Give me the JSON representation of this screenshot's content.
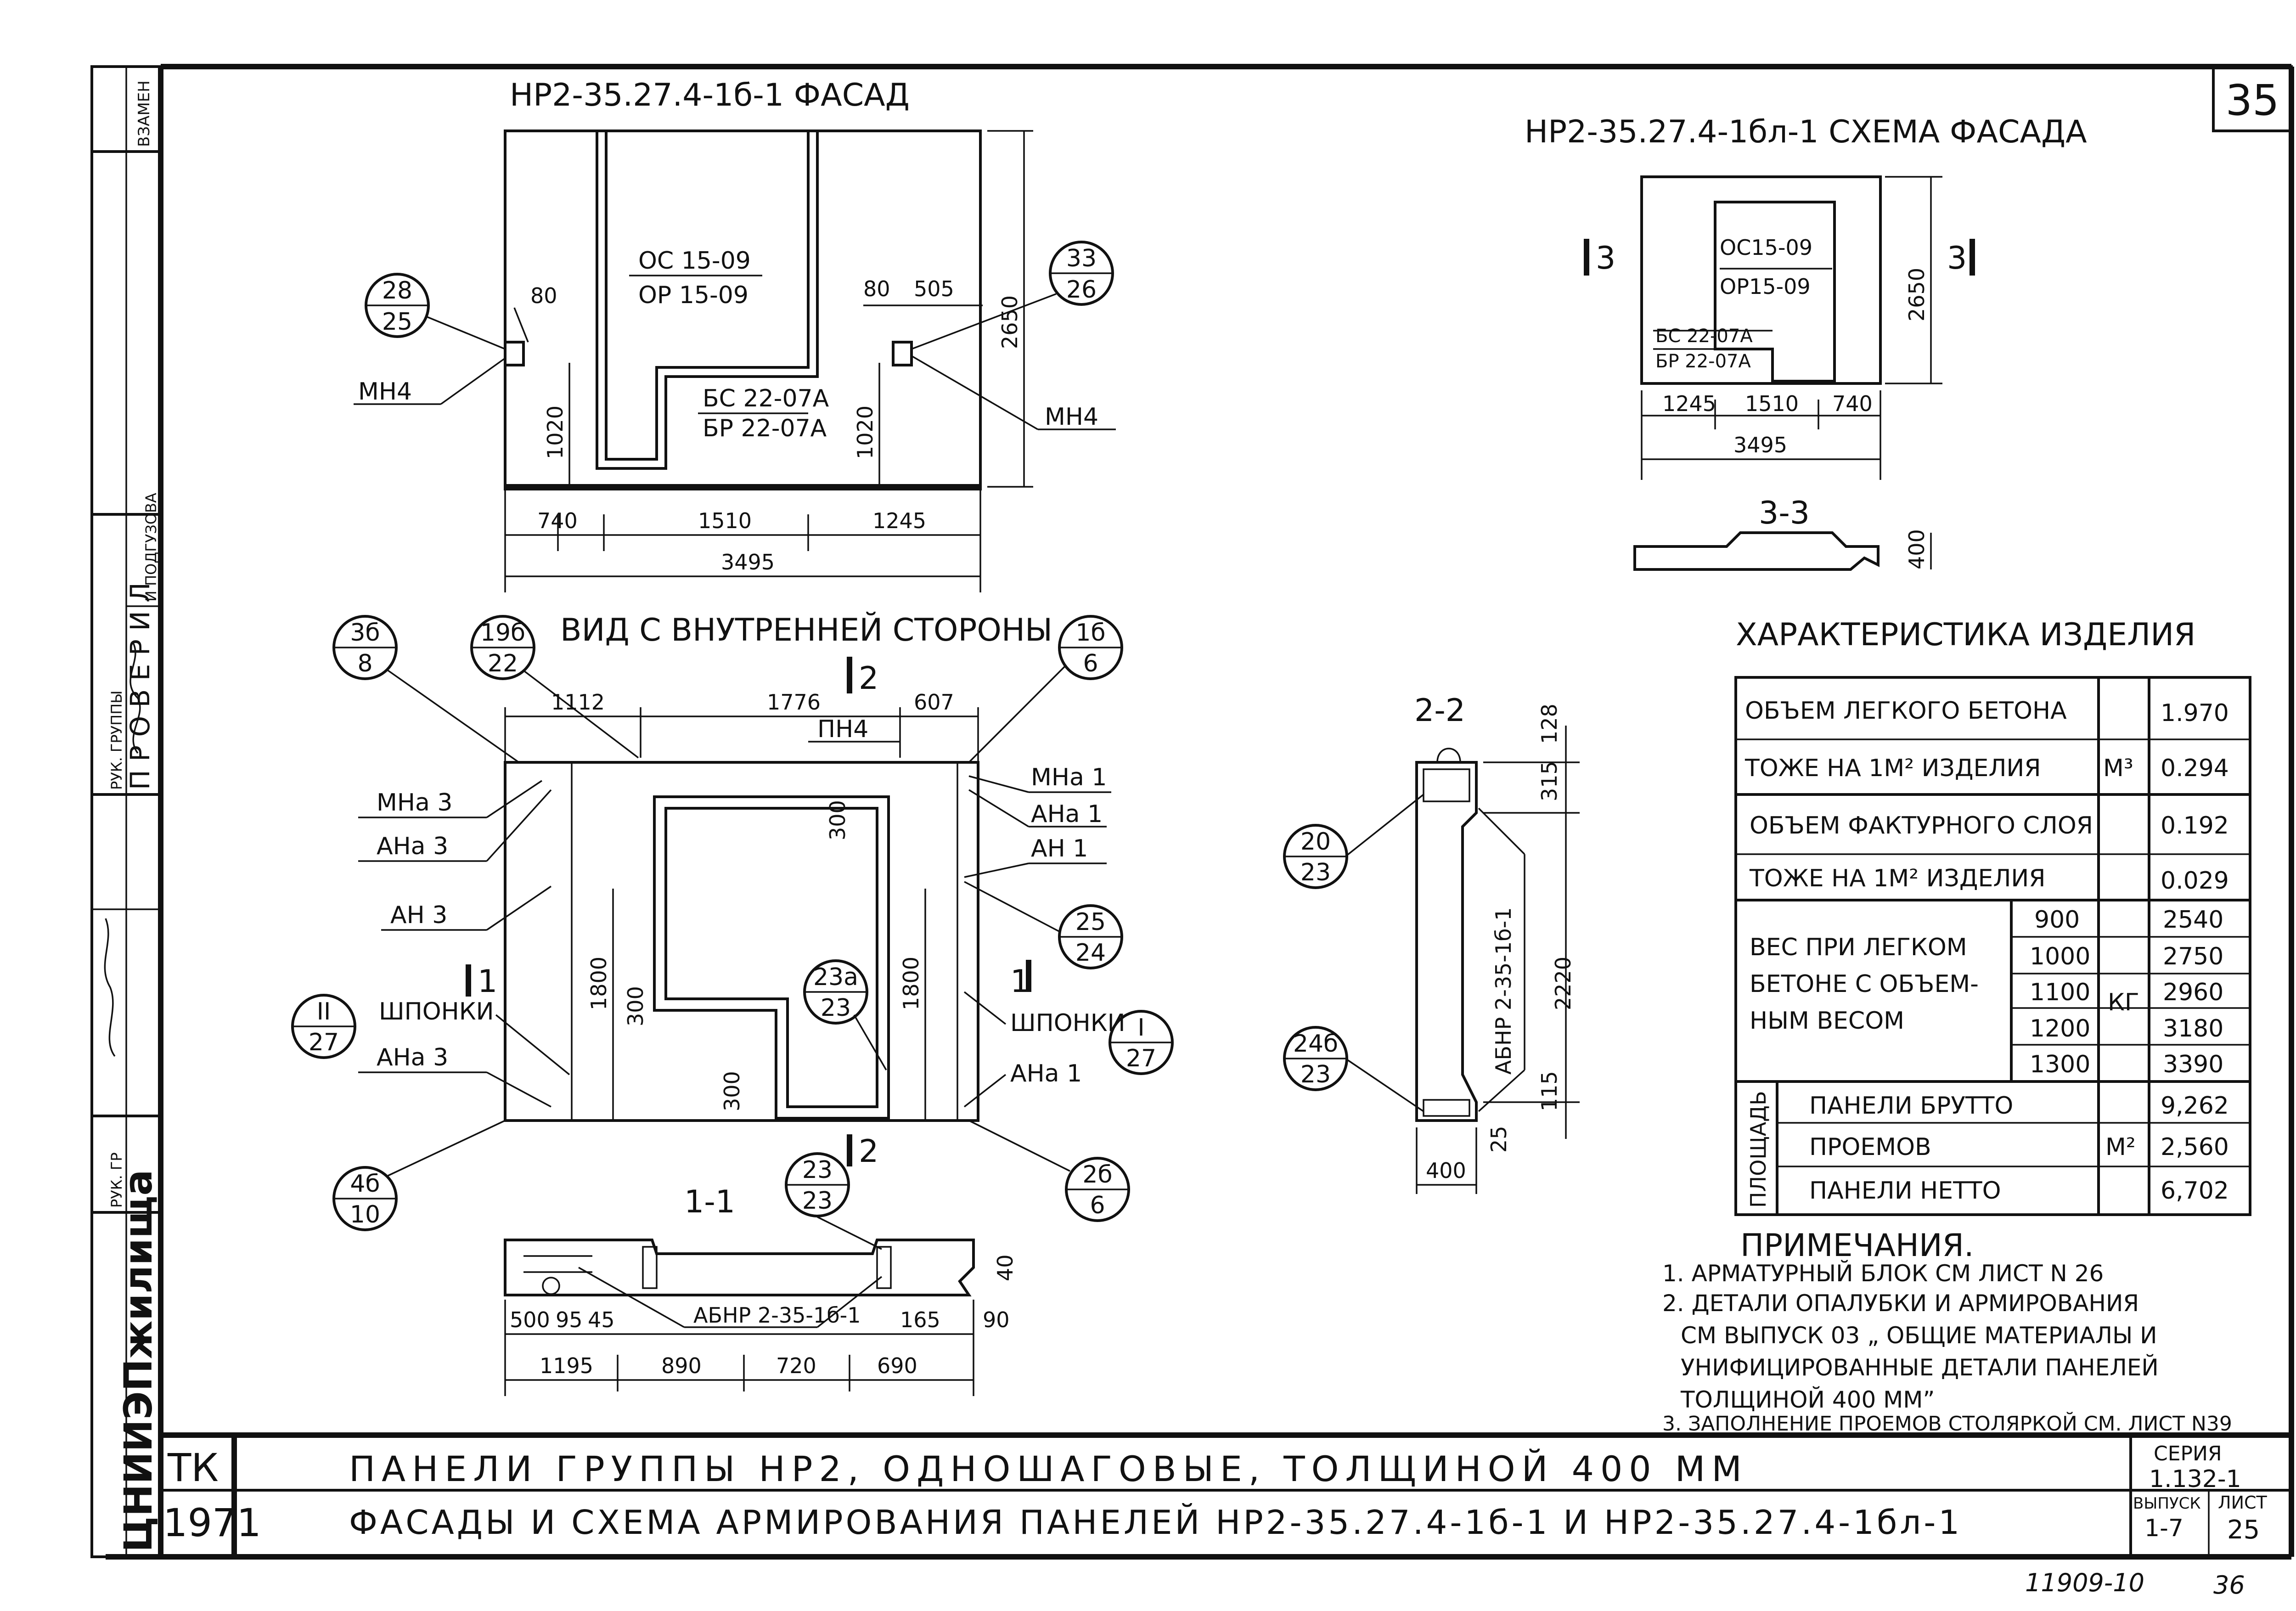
{
  "sheet": {
    "sheet_number": "35",
    "bottom_numbers": "11909-10",
    "bottom_page": "36"
  },
  "side_stamp": {
    "vzamen": "ВЗАМЕН",
    "proveriya": "П Р О В Е Р И Л",
    "ruk_gruppy": "РУК. ГРУППЫ",
    "podguzova": "И ПОДГУЗОВА",
    "ruk_gr": "РУК. ГР",
    "institute": "ЦНИИЭПжилища"
  },
  "facade": {
    "title": "НР2-35.27.4-1б-1 ФАСАД",
    "window_top": "ОС 15-09",
    "window_bottom": "ОР 15-09",
    "door_top": "БС 22-07А",
    "door_bottom": "БР 22-07А",
    "mh4_left": "МН4",
    "mh4_right": "МН4",
    "dims": {
      "d80_left": "80",
      "d80_right": "80",
      "d505": "505",
      "d1020_left": "1020",
      "d1020_right": "1020",
      "d2650": "2650",
      "d740": "740",
      "d1510": "1510",
      "d1245": "1245",
      "d3495": "3495"
    },
    "callout_left": {
      "top": "28",
      "bottom": "25"
    },
    "callout_right": {
      "top": "33",
      "bottom": "26"
    }
  },
  "scheme": {
    "title": "НР2-35.27.4-1бл-1 СХЕМА ФАСАДА",
    "window_top": "ОС15-09",
    "window_bottom": "ОР15-09",
    "door_top": "БС 22-07А",
    "door_bottom": "БР 22-07А",
    "sec_left": "3",
    "sec_right": "3",
    "dims": {
      "d2650": "2650",
      "d1245": "1245",
      "d1510": "1510",
      "d740": "740",
      "d3495": "3495"
    },
    "section33_title": "3-3",
    "section33_dim": "400"
  },
  "inner_view": {
    "title": "ВИД С ВНУТРЕННЕЙ СТОРОНЫ",
    "dims": {
      "d1112": "1112",
      "d1776": "1776",
      "d607": "607",
      "d300a": "300",
      "d1800_left": "1800",
      "d300b": "300",
      "d1800_right": "1800",
      "d300c": "300"
    },
    "sec2_top": "2",
    "sec2_bottom": "2",
    "sec1_left": "1",
    "sec1_right": "1",
    "labels": {
      "pn4": "ПН4",
      "mna3": "МНа 3",
      "ana3_top": "АНа 3",
      "ah3": "АН 3",
      "shponki_left": "ШПОНКИ",
      "ana3_bottom": "АНа 3",
      "mna1": "МНа 1",
      "ana1_top": "АНа 1",
      "ah1": "АН 1",
      "shponki_right": "ШПОНКИ",
      "ana1_bottom": "АНа 1"
    },
    "callouts": {
      "c3b": {
        "top": "3б",
        "bottom": "8"
      },
      "c19b": {
        "top": "19б",
        "bottom": "22"
      },
      "c1b": {
        "top": "1б",
        "bottom": "6"
      },
      "cII": {
        "top": "II",
        "bottom": "27"
      },
      "c4b": {
        "top": "4б",
        "bottom": "10"
      },
      "c23a": {
        "top": "23а",
        "bottom": "23"
      },
      "c25": {
        "top": "25",
        "bottom": "24"
      },
      "cI": {
        "top": "I",
        "bottom": "27"
      },
      "c2b": {
        "top": "2б",
        "bottom": "6"
      },
      "c23": {
        "top": "23",
        "bottom": "23"
      }
    }
  },
  "section11": {
    "title": "1-1",
    "label": "АБНР 2-35-1б-1",
    "dims": {
      "d40": "40",
      "d500": "500",
      "d95": "95",
      "d45": "45",
      "d165": "165",
      "d90": "90",
      "d1195": "1195",
      "d890": "890",
      "d720": "720",
      "d690": "690"
    }
  },
  "section22": {
    "title": "2-2",
    "label": "АБНР 2-35-1б-1",
    "dims": {
      "d128": "128",
      "d315": "315",
      "d2220": "2220",
      "d115": "115",
      "d25": "25",
      "d400": "400"
    },
    "callout_top": {
      "top": "20",
      "bottom": "23"
    },
    "callout_bottom": {
      "top": "24б",
      "bottom": "23"
    }
  },
  "characteristics": {
    "title": "ХАРАКТЕРИСТИКА ИЗДЕЛИЯ",
    "rows": [
      {
        "label": "ОБЪЕМ ЛЕГКОГО БЕТОНА",
        "value": "1.970"
      },
      {
        "label": "ТОЖЕ НА 1М² ИЗДЕЛИЯ",
        "value": "0.294"
      },
      {
        "label": "ОБЪЕМ ФАКТУРНОГО СЛОЯ",
        "value": "0.192"
      },
      {
        "label": "ТОЖЕ НА 1М² ИЗДЕЛИЯ",
        "value": "0.029"
      }
    ],
    "unit_m3": "М³",
    "weight_label_lines": [
      "ВЕС ПРИ ЛЕГКОМ",
      "БЕТОНЕ С ОБЪЕМ-",
      "НЫМ ВЕСОМ"
    ],
    "weight_unit": "КГ",
    "weights": [
      {
        "density": "900",
        "value": "2540"
      },
      {
        "density": "1000",
        "value": "2750"
      },
      {
        "density": "1100",
        "value": "2960"
      },
      {
        "density": "1200",
        "value": "3180"
      },
      {
        "density": "1300",
        "value": "3390"
      }
    ],
    "area_label": "ПЛОЩАДЬ",
    "area_unit": "М²",
    "areas": [
      {
        "label": "ПАНЕЛИ БРУТТО",
        "value": "9,262"
      },
      {
        "label": "ПРОЕМОВ",
        "value": "2,560"
      },
      {
        "label": "ПАНЕЛИ НЕТТО",
        "value": "6,702"
      }
    ]
  },
  "notes": {
    "title": "ПРИМЕЧАНИЯ.",
    "lines": [
      "1. АРМАТУРНЫЙ БЛОК СМ ЛИСТ N 26",
      "2. ДЕТАЛИ ОПАЛУБКИ И АРМИРОВАНИЯ",
      "СМ ВЫПУСК 03 „ ОБЩИЕ МАТЕРИАЛЫ И",
      "УНИФИЦИРОВАННЫЕ ДЕТАЛИ ПАНЕЛЕЙ",
      "ТОЛЩИНОЙ 400 ММ”",
      "3. ЗАПОЛНЕНИЕ ПРОЕМОВ СТОЛЯРКОЙ СМ. ЛИСТ N39"
    ]
  },
  "title_block": {
    "tk": "ТК",
    "year": "1971",
    "line1": "ПАНЕЛИ ГРУППЫ НР2, ОДНОШАГОВЫЕ, ТОЛЩИНОЙ 400 ММ",
    "line2": "ФАСАДЫ И СХЕМА АРМИРОВАНИЯ ПАНЕЛЕЙ НР2-35.27.4-1б-1 И НР2-35.27.4-1бл-1",
    "seriya_label": "СЕРИЯ",
    "seriya_value": "1.132-1",
    "vypusk_label": "ВЫПУСК",
    "vypusk_value": "1-7",
    "list_label": "ЛИСТ",
    "list_value": "25"
  }
}
